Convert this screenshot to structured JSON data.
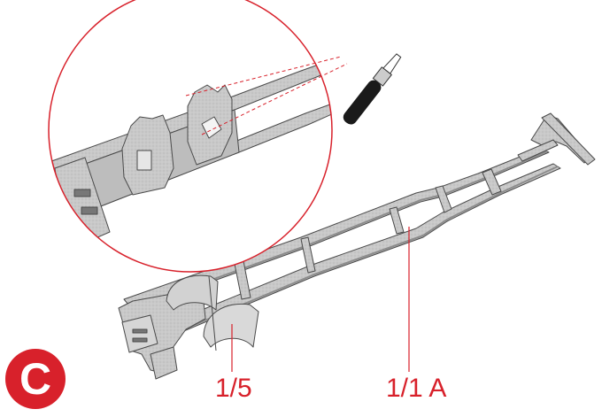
{
  "step": {
    "letter": "C"
  },
  "callouts": [
    {
      "id": "part-15",
      "label": "1/5"
    },
    {
      "id": "part-11a",
      "label": "1/1 A"
    }
  ],
  "colors": {
    "accent": "#d8212b",
    "part_fill": "#c9c9c9",
    "part_shade": "#9a9a9a",
    "part_outline": "#4a4a4a",
    "tool_handle": "#1a1a1a"
  },
  "icons": {
    "detail_tool": "hobby-knife-icon",
    "step_marker": "step-c-badge"
  }
}
